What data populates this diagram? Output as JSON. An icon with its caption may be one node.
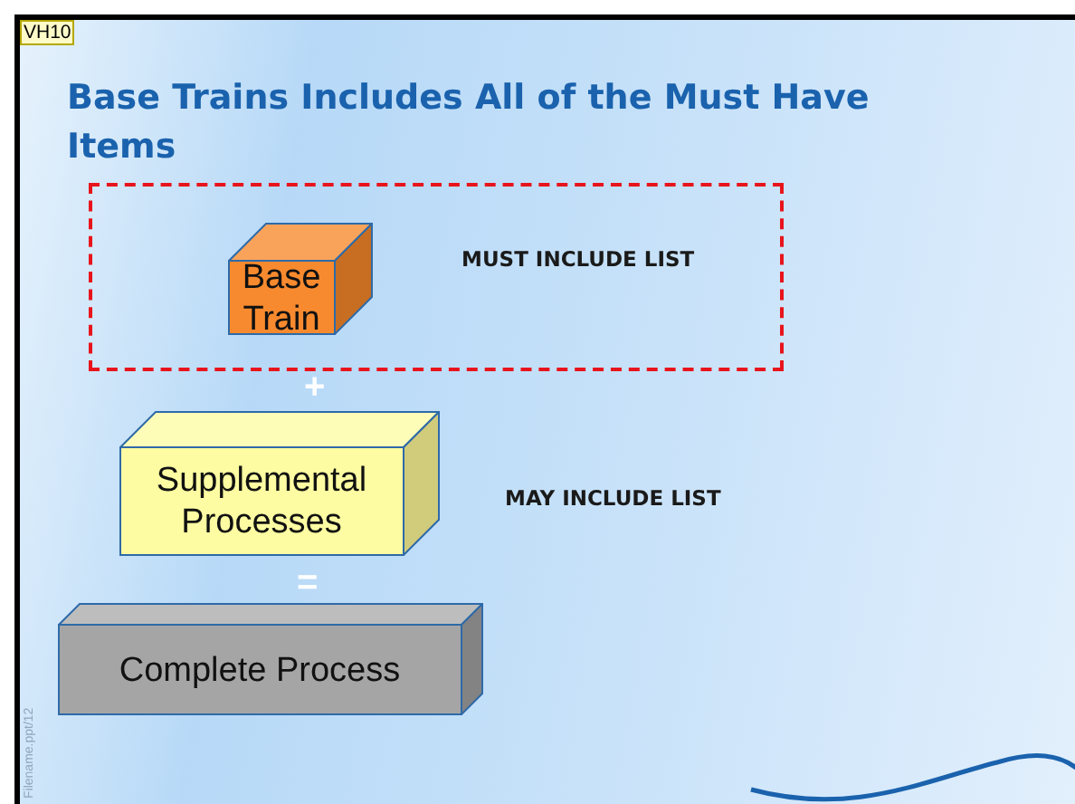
{
  "diagram": {
    "title": "Base Trains Includes All of the Must Have Items",
    "nodes": [
      {
        "text": [
          "MUST INCLUDE LIST"
        ]
      },
      {
        "text": [
          "Base Train"
        ],
        "in": 0
      },
      {
        "text": [
          "Supplemental Processes"
        ],
        "beside": [
          "MAY INCLUDE LIST"
        ]
      },
      {
        "text": [
          "Complete Process"
        ]
      }
    ],
    "edges": [],
    "labels": [
      "VH10",
      "+",
      "=",
      "Filename.ppt/12"
    ]
  }
}
